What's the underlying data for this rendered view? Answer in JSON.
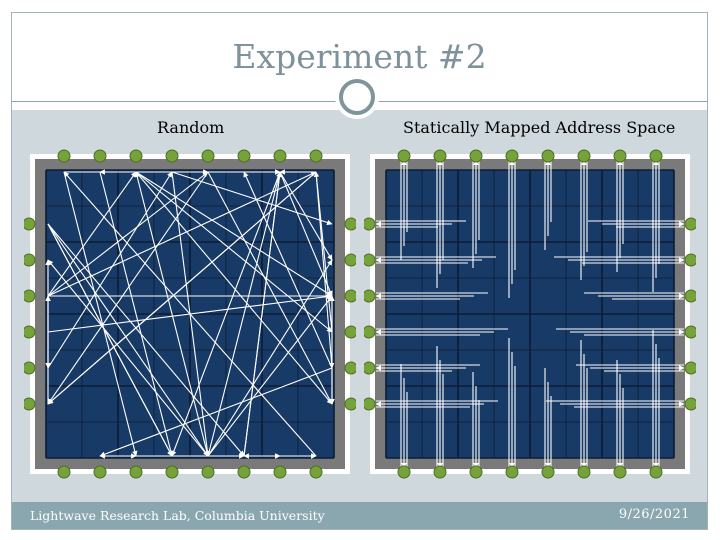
{
  "slide": {
    "title": "Experiment #2",
    "left_panel_label": "Random",
    "right_panel_label": "Statically Mapped Address Space",
    "footer_left": "Lightwave Research Lab, Columbia University",
    "footer_right": "9/26/2021"
  },
  "colors": {
    "title": "#7d929b",
    "band": "#cfd8dc",
    "footer": "#8aa7b0",
    "grid_fill": "#183a66",
    "grid_border": "#7a7a7a",
    "node": "#76a23a",
    "arrow": "#ffffff"
  },
  "mesh": {
    "grid_cells": 8,
    "nodes_per_side": 8
  }
}
